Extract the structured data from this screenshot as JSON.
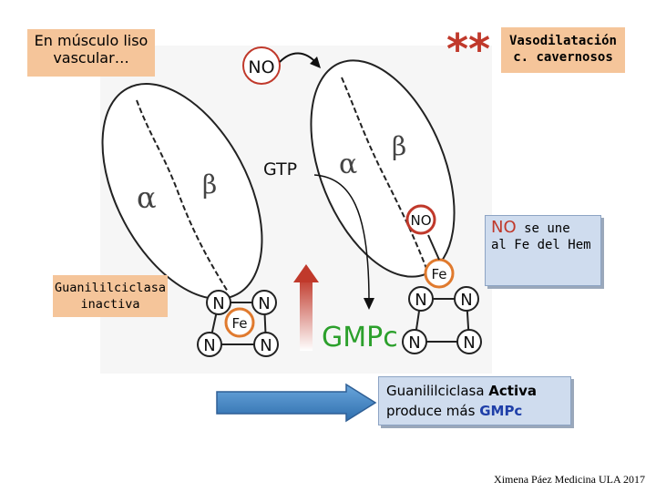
{
  "muscle_label": "En músculo liso vascular…",
  "vaso_label": "Vasodilatación c. cavernosos",
  "double_star": "**",
  "no_label": "NO",
  "gtp_label": "GTP",
  "no_circle_label": "NO",
  "fe_top": "Fe",
  "fe_left": "Fe",
  "alpha": "α",
  "beta": "β",
  "n_letter": "N",
  "gmpc_label": "GMPc",
  "inactive_label": "Guanililciclasa inactiva",
  "no_binds": {
    "no": "NO",
    "rest1": " se une",
    "rest2": "al Fe del Hem"
  },
  "active": {
    "line1_prefix": "Guanililciclasa ",
    "line1_bold": "Activa",
    "line2_prefix": "produce más ",
    "line2_bold": "GMPc"
  },
  "credit": "Ximena Páez Medicina ULA 2017",
  "colors": {
    "tan": "#f5c59a",
    "light_blue": "#cfdcee",
    "arrow_blue": "#4a88c8",
    "red": "#c0392b",
    "green": "#2ca02c"
  }
}
